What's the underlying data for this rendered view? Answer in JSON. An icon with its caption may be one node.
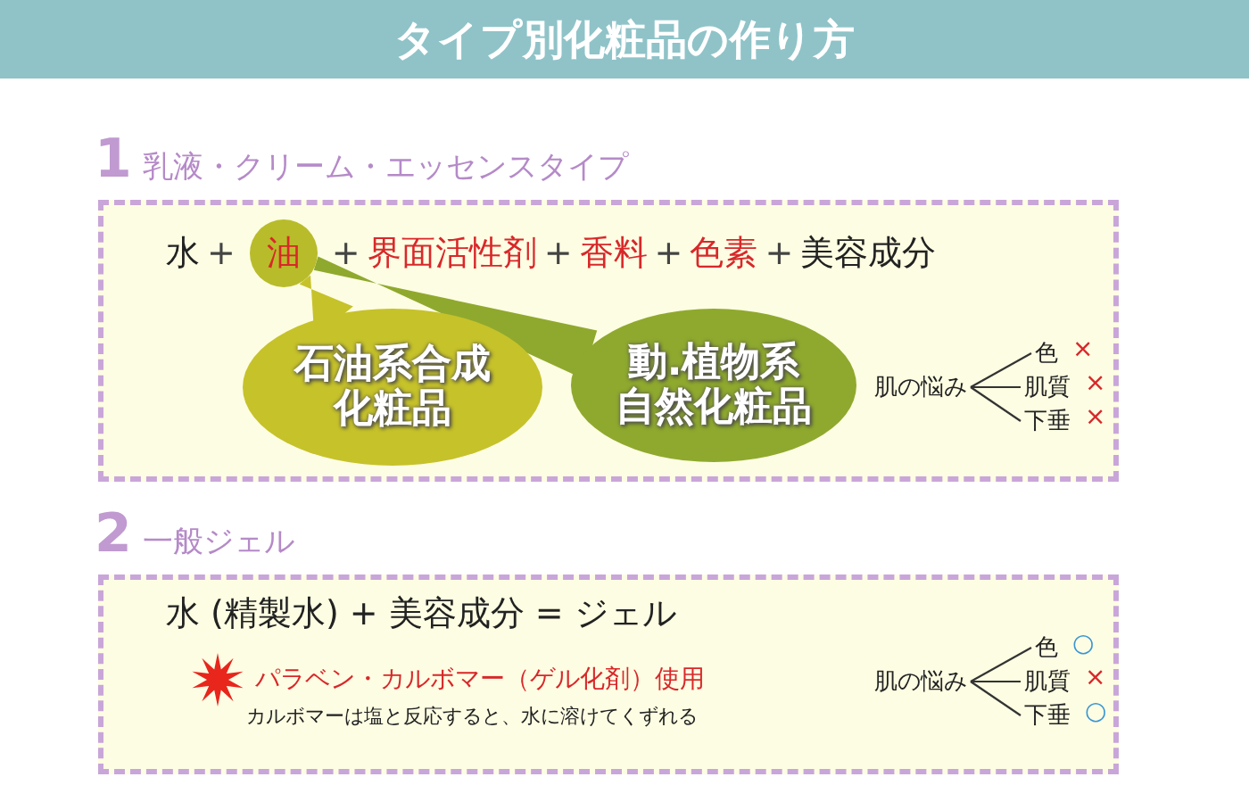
{
  "diagram": {
    "title": "タイプ別化粧品の作り方",
    "nodes": [
      {
        "text": [
          "1",
          "乳液・クリーム・エッセンスタイプ"
        ]
      },
      {
        "text": [
          "油"
        ],
        "in": 0
      },
      {
        "text": [
          "石油系合成化粧品"
        ],
        "in": 0
      },
      {
        "text": [
          "動.植物系自然化粧品"
        ],
        "in": 0
      },
      {
        "text": [
          "肌の悩み"
        ],
        "in": 0
      },
      {
        "text": [
          "色"
        ],
        "in": 0,
        "beside": [
          "×"
        ]
      },
      {
        "text": [
          "肌質"
        ],
        "in": 0,
        "beside": [
          "×"
        ]
      },
      {
        "text": [
          "下垂"
        ],
        "in": 0,
        "beside": [
          "×"
        ]
      },
      {
        "text": [
          "2",
          "一般ジェル"
        ]
      },
      {
        "text": [
          "肌の悩み"
        ],
        "in": 8
      },
      {
        "text": [
          "色"
        ],
        "in": 8,
        "beside": [
          "○"
        ]
      },
      {
        "text": [
          "肌質"
        ],
        "in": 8,
        "beside": [
          "×"
        ]
      },
      {
        "text": [
          "下垂"
        ],
        "in": 8,
        "beside": [
          "○"
        ]
      }
    ],
    "edges": [
      {
        "from": 1,
        "to": 2,
        "arrow": "none"
      },
      {
        "from": 1,
        "to": 3,
        "arrow": "none"
      },
      {
        "from": 4,
        "to": 5,
        "arrow": "none"
      },
      {
        "from": 4,
        "to": 6,
        "arrow": "none"
      },
      {
        "from": 4,
        "to": 7,
        "arrow": "none"
      },
      {
        "from": 9,
        "to": 10,
        "arrow": "none"
      },
      {
        "from": 9,
        "to": 11,
        "arrow": "none"
      },
      {
        "from": 9,
        "to": 12,
        "arrow": "none"
      }
    ],
    "labels": [
      "水",
      "+",
      "+",
      "界面活性剤",
      "+",
      "香料",
      "+",
      "色素",
      "+",
      "美容成分",
      "水 (精製水) + 美容成分 = ジェル",
      "パラベン・カルボマー（ゲル化剤）使用",
      "カルボマーは塩と反応すると、水に溶けてくずれる"
    ]
  }
}
